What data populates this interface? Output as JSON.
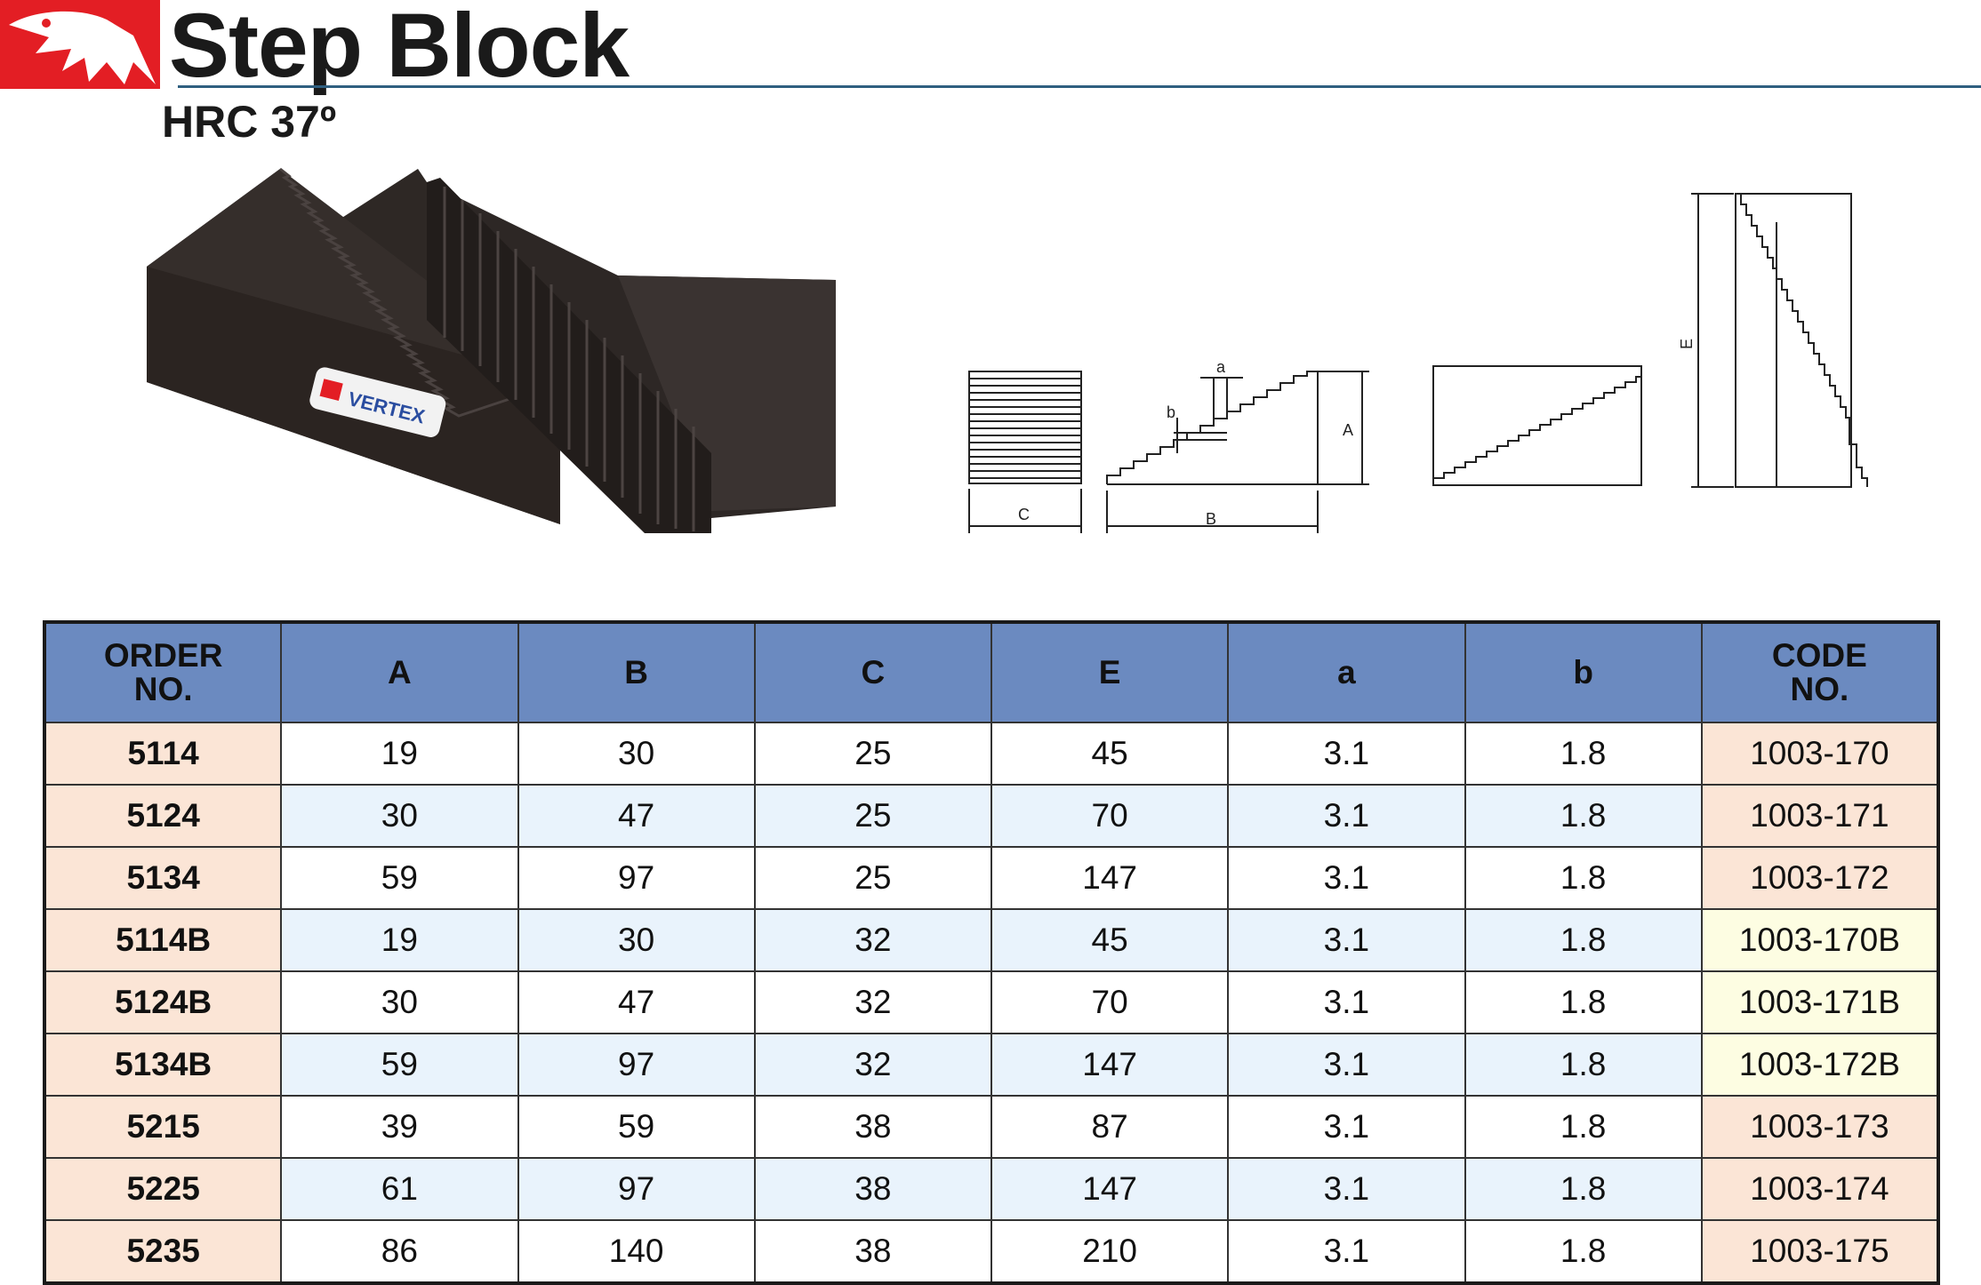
{
  "header": {
    "title": "Step Block",
    "subtitle": "HRC 37º",
    "brand_color": "#e31e24",
    "rule_color": "#2f5f80"
  },
  "product_photo": {
    "label_text": "VERTEX"
  },
  "drawings": {
    "front": {
      "dim_c": "C",
      "dim_b": "B",
      "dim_a_small": "a",
      "dim_b_small": "b",
      "dim_a": "A"
    },
    "tall": {
      "dim_e": "E"
    }
  },
  "table": {
    "columns": [
      "ORDER\nNO.",
      "A",
      "B",
      "C",
      "E",
      "a",
      "b",
      "CODE\nNO."
    ],
    "header_color": "#6b8ac0",
    "rows": [
      {
        "order": "5114",
        "A": "19",
        "B": "30",
        "C": "25",
        "E": "45",
        "a": "3.1",
        "b": "1.8",
        "code": "1003-170"
      },
      {
        "order": "5124",
        "A": "30",
        "B": "47",
        "C": "25",
        "E": "70",
        "a": "3.1",
        "b": "1.8",
        "code": "1003-171"
      },
      {
        "order": "5134",
        "A": "59",
        "B": "97",
        "C": "25",
        "E": "147",
        "a": "3.1",
        "b": "1.8",
        "code": "1003-172"
      },
      {
        "order": "5114B",
        "A": "19",
        "B": "30",
        "C": "32",
        "E": "45",
        "a": "3.1",
        "b": "1.8",
        "code": "1003-170B"
      },
      {
        "order": "5124B",
        "A": "30",
        "B": "47",
        "C": "32",
        "E": "70",
        "a": "3.1",
        "b": "1.8",
        "code": "1003-171B"
      },
      {
        "order": "5134B",
        "A": "59",
        "B": "97",
        "C": "32",
        "E": "147",
        "a": "3.1",
        "b": "1.8",
        "code": "1003-172B"
      },
      {
        "order": "5215",
        "A": "39",
        "B": "59",
        "C": "38",
        "E": "87",
        "a": "3.1",
        "b": "1.8",
        "code": "1003-173"
      },
      {
        "order": "5225",
        "A": "61",
        "B": "97",
        "C": "38",
        "E": "147",
        "a": "3.1",
        "b": "1.8",
        "code": "1003-174"
      },
      {
        "order": "5235",
        "A": "86",
        "B": "140",
        "C": "38",
        "E": "210",
        "a": "3.1",
        "b": "1.8",
        "code": "1003-175"
      }
    ]
  }
}
